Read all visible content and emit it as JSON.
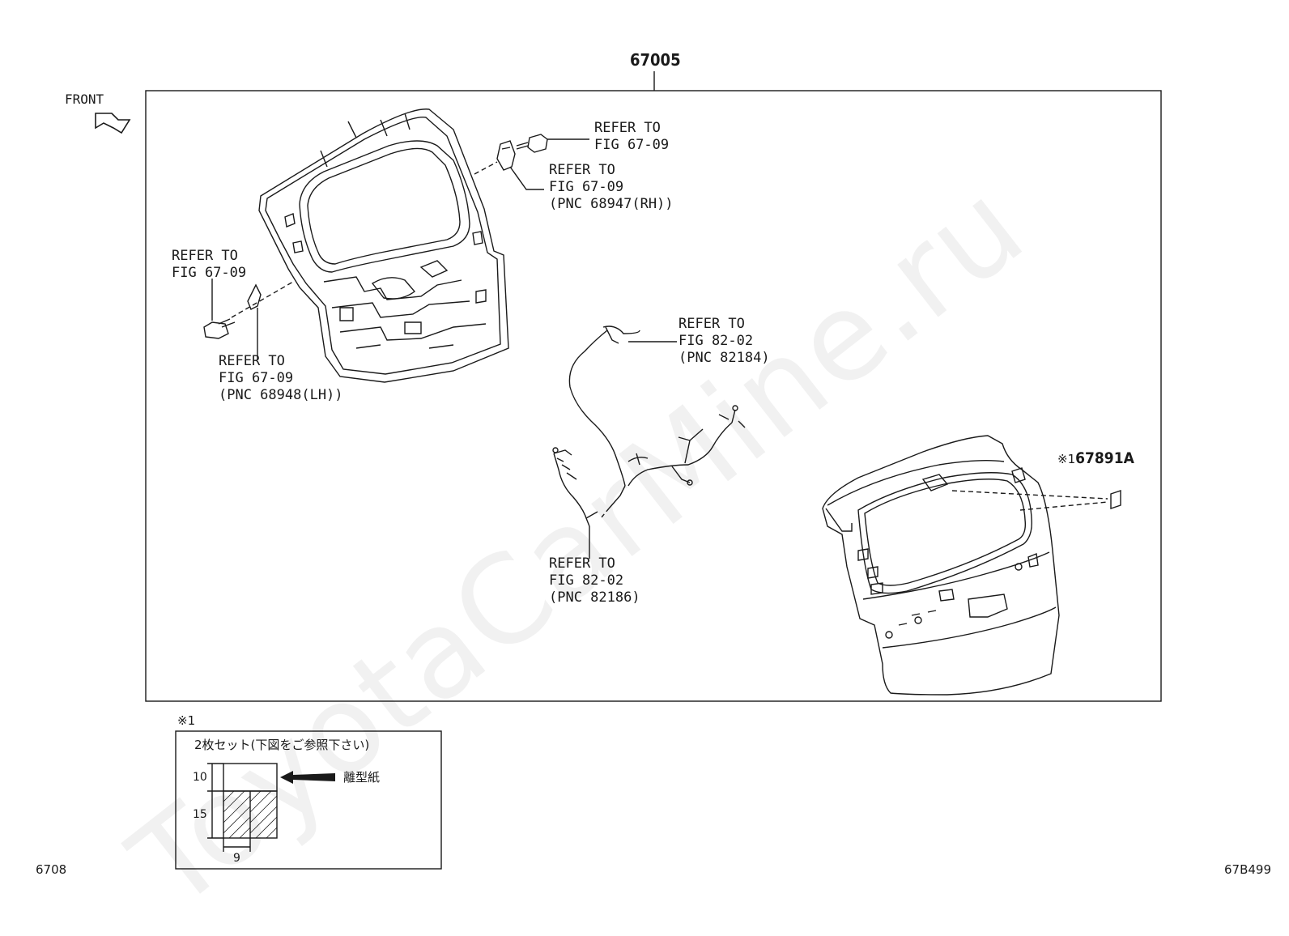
{
  "watermark": "ToyotaCarMine.ru",
  "assembly_number": "67005",
  "front_label": "FRONT",
  "callouts": {
    "top_bolt": [
      "REFER TO",
      "FIG 67-09"
    ],
    "rh_hinge": [
      "REFER TO",
      "FIG 67-09",
      "(PNC 68947(RH))"
    ],
    "lh_bolt": [
      "REFER TO",
      "FIG 67-09"
    ],
    "lh_hinge": [
      "REFER TO",
      "FIG 67-09",
      "(PNC 68948(LH))"
    ],
    "harness_top": [
      "REFER TO",
      "FIG 82-02",
      "(PNC 82184)"
    ],
    "harness_bottom": [
      "REFER TO",
      "FIG 82-02",
      "(PNC 82186)"
    ]
  },
  "part_67891A": {
    "mark": "※1",
    "number": "67891A"
  },
  "inset": {
    "mark": "※1",
    "title": "2枚セット(下図をご参照下さい)",
    "dim_top": "10",
    "dim_bottom": "15",
    "dim_width": "9",
    "release_paper": "離型紙"
  },
  "footer": {
    "left": "6708",
    "right": "67B499"
  }
}
